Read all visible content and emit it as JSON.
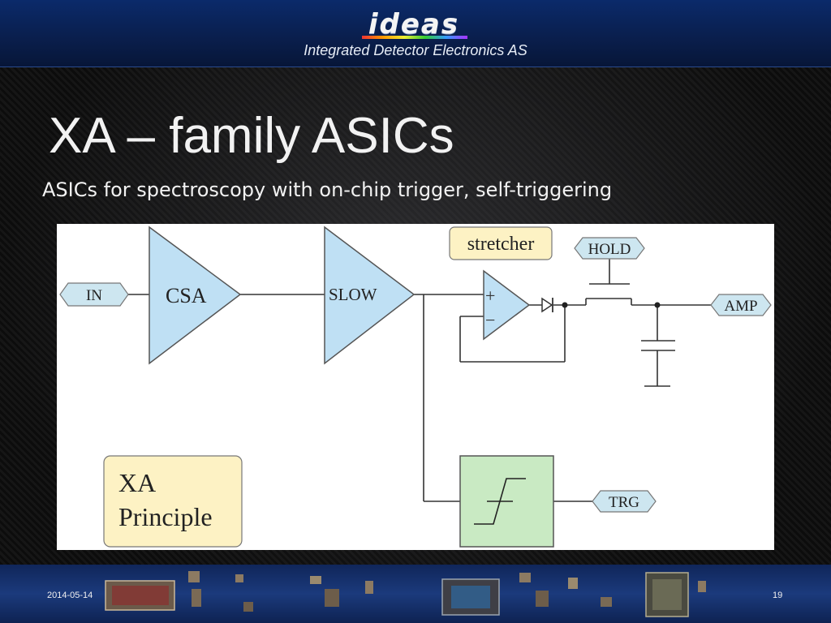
{
  "header": {
    "logo": "ideas",
    "tagline": "Integrated Detector Electronics AS"
  },
  "slide": {
    "title": "XA – family ASICs",
    "subtitle": "ASICs for spectroscopy with on-chip trigger, self-triggering"
  },
  "diagram": {
    "in_label": "IN",
    "csa_label": "CSA",
    "slow_label": "SLOW",
    "stretcher_label": "stretcher",
    "plus_sign": "+",
    "minus_sign": "−",
    "hold_label": "HOLD",
    "amp_label": "AMP",
    "trg_label": "TRG",
    "principle_line1": "XA",
    "principle_line2": "Principle"
  },
  "colors": {
    "amp_fill": "#bfe0f4",
    "principle_fill": "#fdf2c4",
    "comparator_fill": "#c9eac3",
    "tag_fill": "#cde6f0"
  },
  "footer": {
    "date": "2014-05-14",
    "page": "19"
  }
}
